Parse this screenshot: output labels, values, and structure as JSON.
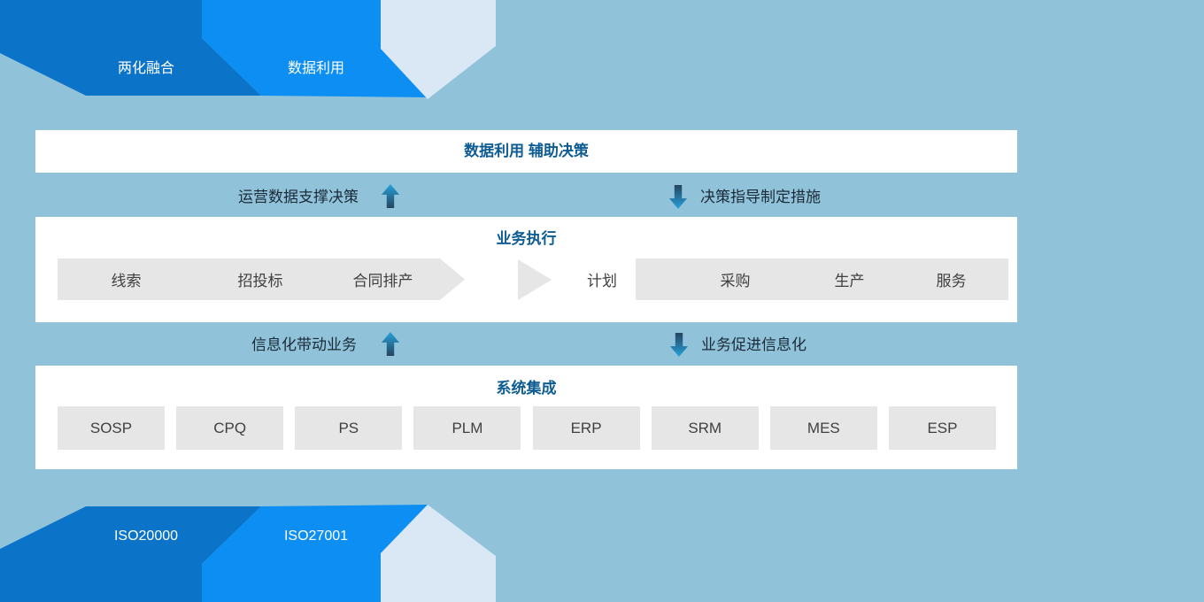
{
  "colors": {
    "background": "#90c2da",
    "ribbon_dark_blue": "#0b74c9",
    "ribbon_bright_blue": "#0d8ef3",
    "ribbon_pale_blue": "#d9e8f4",
    "panel_white": "#ffffff",
    "step_gray": "#e6e6e6",
    "title_blue": "#0d5c93",
    "arrow_gradient_dark": "#26445e",
    "arrow_gradient_bright": "#25a2dc"
  },
  "top_banner": {
    "tabs": [
      {
        "label": "两化融合"
      },
      {
        "label": "数据利用"
      }
    ]
  },
  "decision_panel": {
    "title": "数据利用 辅助决策"
  },
  "row_decision": {
    "left_label": "运营数据支撑决策",
    "right_label": "决策指导制定措施"
  },
  "execution_panel": {
    "title": "业务执行",
    "pre_steps": [
      "线索",
      "招投标",
      "合同排产"
    ],
    "plan_label": "计划",
    "post_steps": [
      "采购",
      "生产",
      "服务"
    ]
  },
  "row_informatization": {
    "left_label": "信息化带动业务",
    "right_label": "业务促进信息化"
  },
  "integration_panel": {
    "title": "系统集成",
    "systems": [
      "SOSP",
      "CPQ",
      "PS",
      "PLM",
      "ERP",
      "SRM",
      "MES",
      "ESP"
    ]
  },
  "bottom_banner": {
    "badges": [
      {
        "label": "ISO20000"
      },
      {
        "label": "ISO27001"
      }
    ]
  }
}
